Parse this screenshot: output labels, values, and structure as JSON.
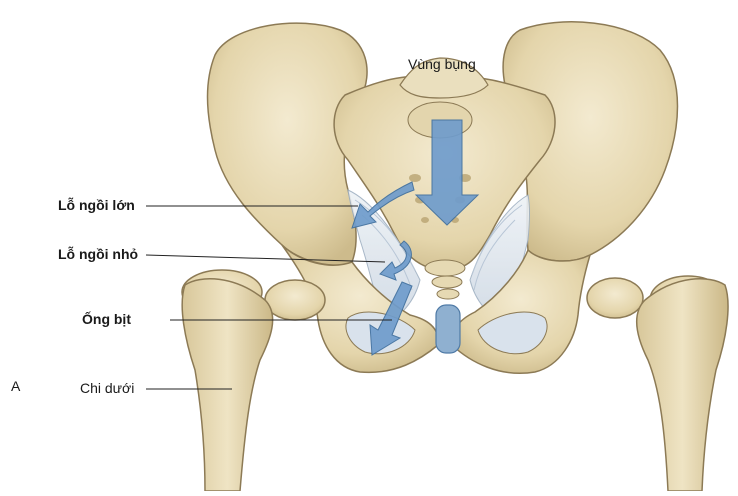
{
  "figure": {
    "panel_letter": "A",
    "labels": {
      "abdomen": "Vùng bụng",
      "greater_sciatic_foramen": "Lỗ ngồi lớn",
      "lesser_sciatic_foramen": "Lỗ ngồi nhỏ",
      "obturator_canal": "Ống bịt",
      "lower_limb": "Chi dưới"
    }
  },
  "colors": {
    "bone": "#e6d9b3",
    "bone_shadow": "#c8b689",
    "bone_outline": "#8c7a55",
    "ligament": "#dfe6ee",
    "arrow": "#6f9ccc",
    "arrow_outline": "#3f6f9e",
    "leader_line": "#222222"
  }
}
